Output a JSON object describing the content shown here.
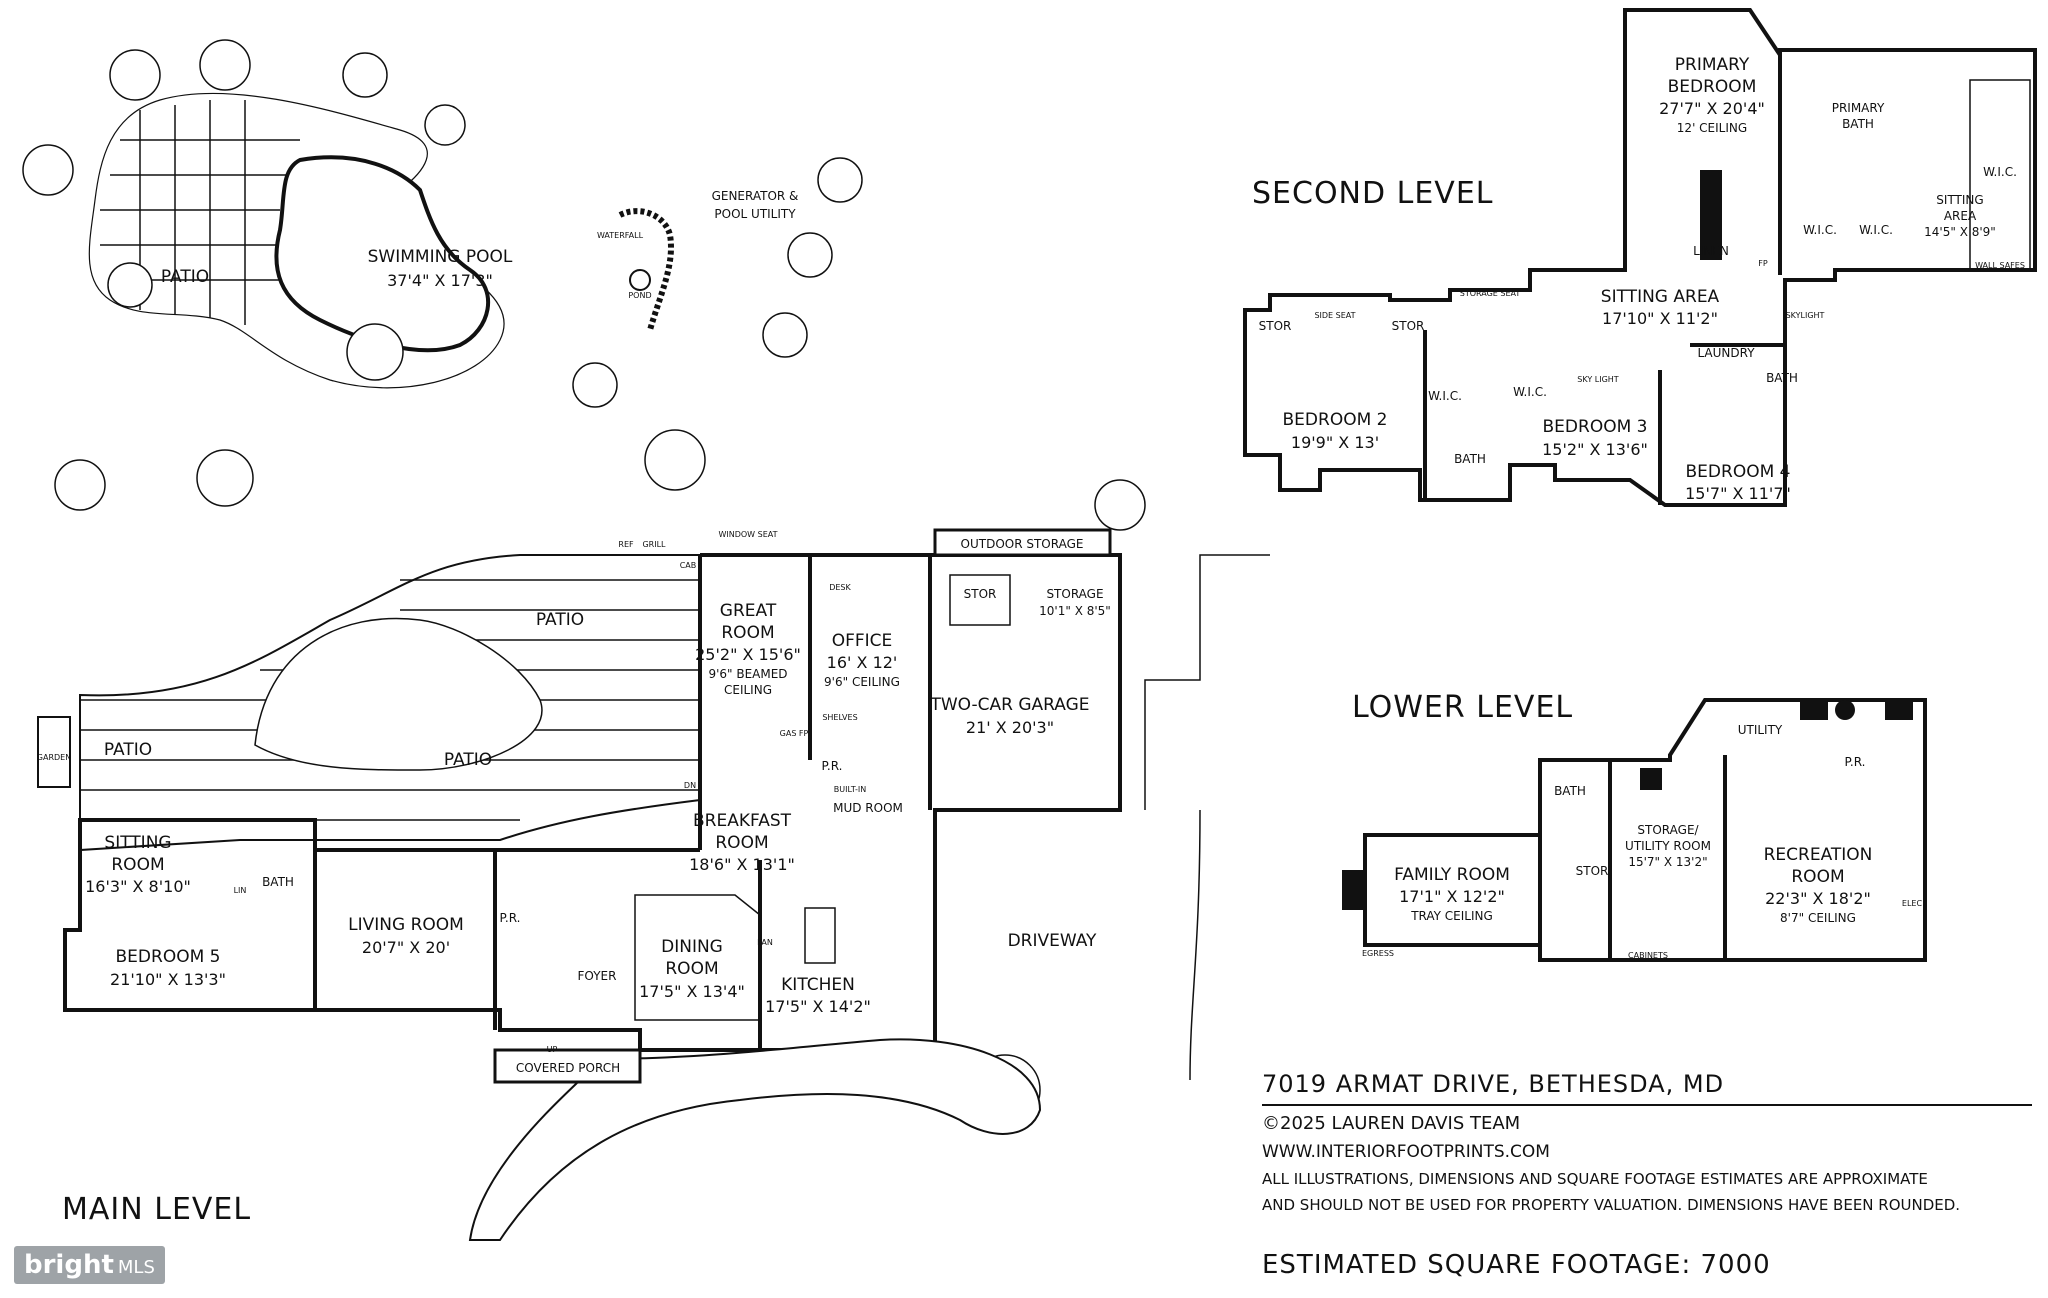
{
  "levels": {
    "main": "MAIN LEVEL",
    "second": "SECOND LEVEL",
    "lower": "LOWER LEVEL"
  },
  "rooms": {
    "swimming_pool": {
      "name": "SWIMMING POOL",
      "dim": "37'4\" X 17'3\""
    },
    "patio_pool": {
      "name": "PATIO"
    },
    "generator": {
      "name": "GENERATOR &",
      "name2": "POOL UTILITY"
    },
    "waterfall": {
      "name": "WATERFALL"
    },
    "pond": {
      "name": "POND"
    },
    "patio_main": {
      "name": "PATIO"
    },
    "patio_left": {
      "name": "PATIO"
    },
    "patio_mid": {
      "name": "PATIO"
    },
    "garden": {
      "name": "GARDEN"
    },
    "great_room": {
      "name": "GREAT",
      "name2": "ROOM",
      "dim": "25'2\" X 15'6\"",
      "note": "9'6\" BEAMED",
      "note2": "CEILING"
    },
    "office": {
      "name": "OFFICE",
      "dim": "16' X 12'",
      "note": "9'6\" CEILING"
    },
    "outdoor_storage": {
      "name": "OUTDOOR STORAGE"
    },
    "storage": {
      "name": "STORAGE",
      "dim": "10'1\" X 8'5\""
    },
    "stor": {
      "name": "STOR"
    },
    "garage": {
      "name": "TWO-CAR GARAGE",
      "dim": "21' X 20'3\""
    },
    "breakfast": {
      "name": "BREAKFAST",
      "name2": "ROOM",
      "dim": "18'6\" X 13'1\""
    },
    "mud_room": {
      "name": "MUD ROOM"
    },
    "pr_main": {
      "name": "P.R."
    },
    "sitting_main": {
      "name": "SITTING",
      "name2": "ROOM",
      "dim": "16'3\" X 8'10\""
    },
    "bath_main": {
      "name": "BATH"
    },
    "bedroom5": {
      "name": "BEDROOM 5",
      "dim": "21'10\" X 13'3\""
    },
    "living": {
      "name": "LIVING ROOM",
      "dim": "20'7\" X 20'"
    },
    "foyer": {
      "name": "FOYER"
    },
    "pr_foyer": {
      "name": "P.R."
    },
    "dining": {
      "name": "DINING",
      "name2": "ROOM",
      "dim": "17'5\" X 13'4\""
    },
    "kitchen": {
      "name": "KITCHEN",
      "dim": "17'5\" X 14'2\""
    },
    "driveway": {
      "name": "DRIVEWAY"
    },
    "covered_porch": {
      "name": "COVERED PORCH"
    },
    "primary_bedroom": {
      "name": "PRIMARY",
      "name2": "BEDROOM",
      "dim": "27'7\" X 20'4\"",
      "note": "12' CEILING"
    },
    "primary_bath": {
      "name": "PRIMARY",
      "name2": "BATH"
    },
    "sitting_upper": {
      "name": "SITTING",
      "name2": "AREA",
      "dim": "14'5\" X 8'9\""
    },
    "wic_primary": {
      "name": "W.I.C."
    },
    "wic_a": {
      "name": "W.I.C."
    },
    "wic_b": {
      "name": "W.I.C."
    },
    "linen": {
      "name": "LINEN"
    },
    "sitting_area": {
      "name": "SITTING AREA",
      "dim": "17'10\" X 11'2\""
    },
    "bedroom2": {
      "name": "BEDROOM 2",
      "dim": "19'9\" X 13'"
    },
    "stor_b2a": {
      "name": "STOR"
    },
    "stor_b2b": {
      "name": "STOR"
    },
    "wic_b2": {
      "name": "W.I.C."
    },
    "wic_b3": {
      "name": "W.I.C."
    },
    "bath_b2": {
      "name": "BATH"
    },
    "bedroom3": {
      "name": "BEDROOM 3",
      "dim": "15'2\" X 13'6\""
    },
    "laundry": {
      "name": "LAUNDRY"
    },
    "bath_b4": {
      "name": "BATH"
    },
    "bedroom4": {
      "name": "BEDROOM 4",
      "dim": "15'7\" X 11'7\""
    },
    "family": {
      "name": "FAMILY ROOM",
      "dim": "17'1\" X 12'2\"",
      "note": "TRAY CEILING"
    },
    "bath_lower": {
      "name": "BATH"
    },
    "stor_lower": {
      "name": "STOR"
    },
    "storage_utility": {
      "name": "STORAGE/",
      "name2": "UTILITY ROOM",
      "dim": "15'7\" X 13'2\""
    },
    "utility": {
      "name": "UTILITY"
    },
    "recreation": {
      "name": "RECREATION",
      "name2": "ROOM",
      "dim": "22'3\" X 18'2\"",
      "note": "8'7\" CEILING"
    },
    "pr_lower": {
      "name": "P.R."
    }
  },
  "small_labels": {
    "window_seat": "WINDOW SEAT",
    "ref": "REF",
    "grill": "GRILL",
    "cab": "CAB",
    "desk": "DESK",
    "shelves": "SHELVES",
    "built_in": "BUILT-IN",
    "storage_seat": "STORAGE SEAT",
    "side_seat": "SIDE SEAT",
    "sky_light": "SKY LIGHT",
    "skylight": "SKYLIGHT",
    "wall_safes": "WALL SAFES",
    "fp": "FP",
    "dn": "DN",
    "up": "UP",
    "gas_fp": "GAS FP",
    "egress": "EGRESS",
    "cabinets": "CABINETS",
    "elec": "ELEC",
    "lin": "LIN",
    "pan": "PAN"
  },
  "footer": {
    "address": "7019 ARMAT DRIVE, BETHESDA, MD",
    "copyright": "©2025 LAUREN DAVIS TEAM",
    "website": "WWW.INTERIORFOOTPRINTS.COM",
    "disclaimer1": "ALL ILLUSTRATIONS, DIMENSIONS AND SQUARE FOOTAGE ESTIMATES ARE APPROXIMATE",
    "disclaimer2": "AND  SHOULD NOT BE USED FOR PROPERTY VALUATION. DIMENSIONS HAVE BEEN ROUNDED.",
    "sqft": "ESTIMATED SQUARE FOOTAGE: 7000"
  },
  "brand": {
    "name": "bright",
    "suffix": "MLS"
  },
  "colors": {
    "ink": "#111111",
    "paper": "#ffffff",
    "brand_badge": "#9ea3a7"
  }
}
